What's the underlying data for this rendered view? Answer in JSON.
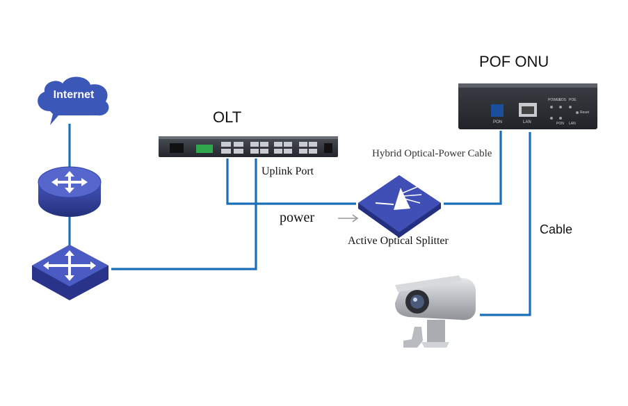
{
  "labels": {
    "internet": "Internet",
    "olt": "OLT",
    "pof_onu": "POF ONU",
    "uplink_port": "Uplink Port",
    "hybrid_cable": "Hybrid Optical-Power Cable",
    "power": "power",
    "active_splitter": "Active Optical Splitter",
    "cable": "Cable",
    "onu_indicators": [
      "POWER",
      "LOS",
      "POE",
      "Reset",
      "PON",
      "LAN"
    ],
    "onu_ports": [
      "PON",
      "LAN"
    ]
  },
  "colors": {
    "link": "#1a6fb8",
    "device_blue": "#3a4bb0",
    "cloud": "#3b57b8",
    "olt_body": "#2e3238",
    "onu_body": "#2f3338"
  },
  "icons": [
    "internet-cloud-icon",
    "router-icon",
    "switch-icon",
    "olt-device-icon",
    "optical-splitter-icon",
    "pof-onu-device-icon",
    "cctv-camera-icon"
  ]
}
